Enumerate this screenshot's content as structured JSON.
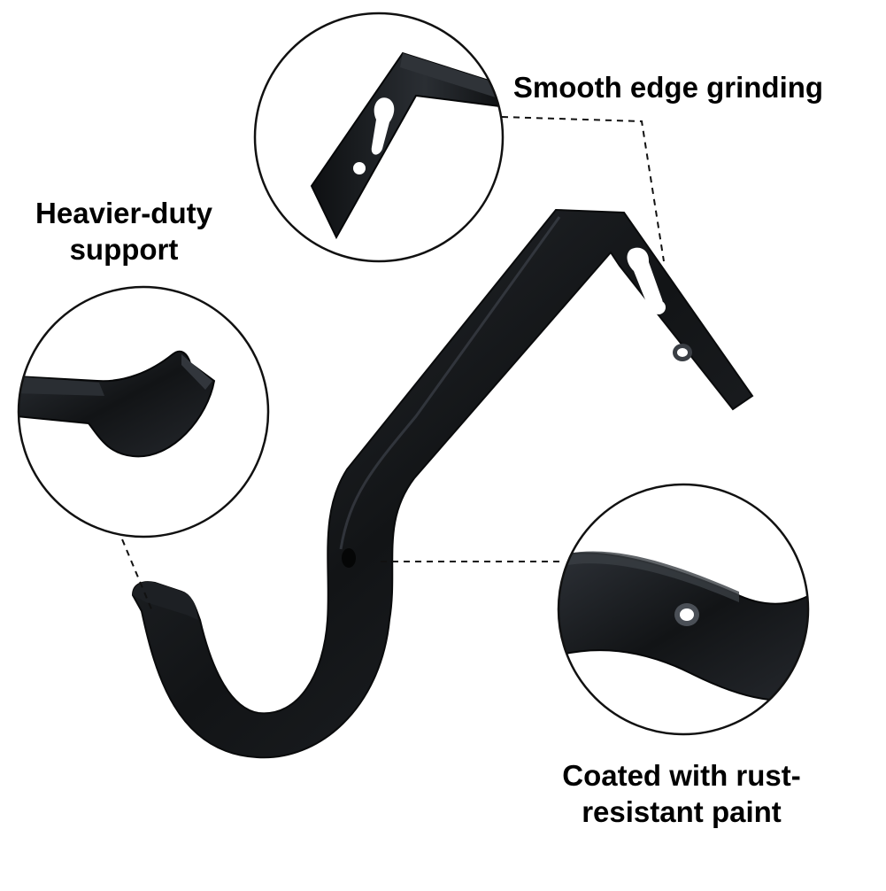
{
  "callouts": {
    "edge_grinding": {
      "line1": "Smooth edge grinding"
    },
    "heavier_duty": {
      "line1": "Heavier-duty",
      "line2": "support"
    },
    "coated": {
      "line1": "Coated with rust-",
      "line2": "resistant paint"
    }
  },
  "colors": {
    "background": "#ffffff",
    "metal": "#141618",
    "metal_highlight": "#3a3e44",
    "circle_outline": "#111111",
    "text": "#000000"
  }
}
